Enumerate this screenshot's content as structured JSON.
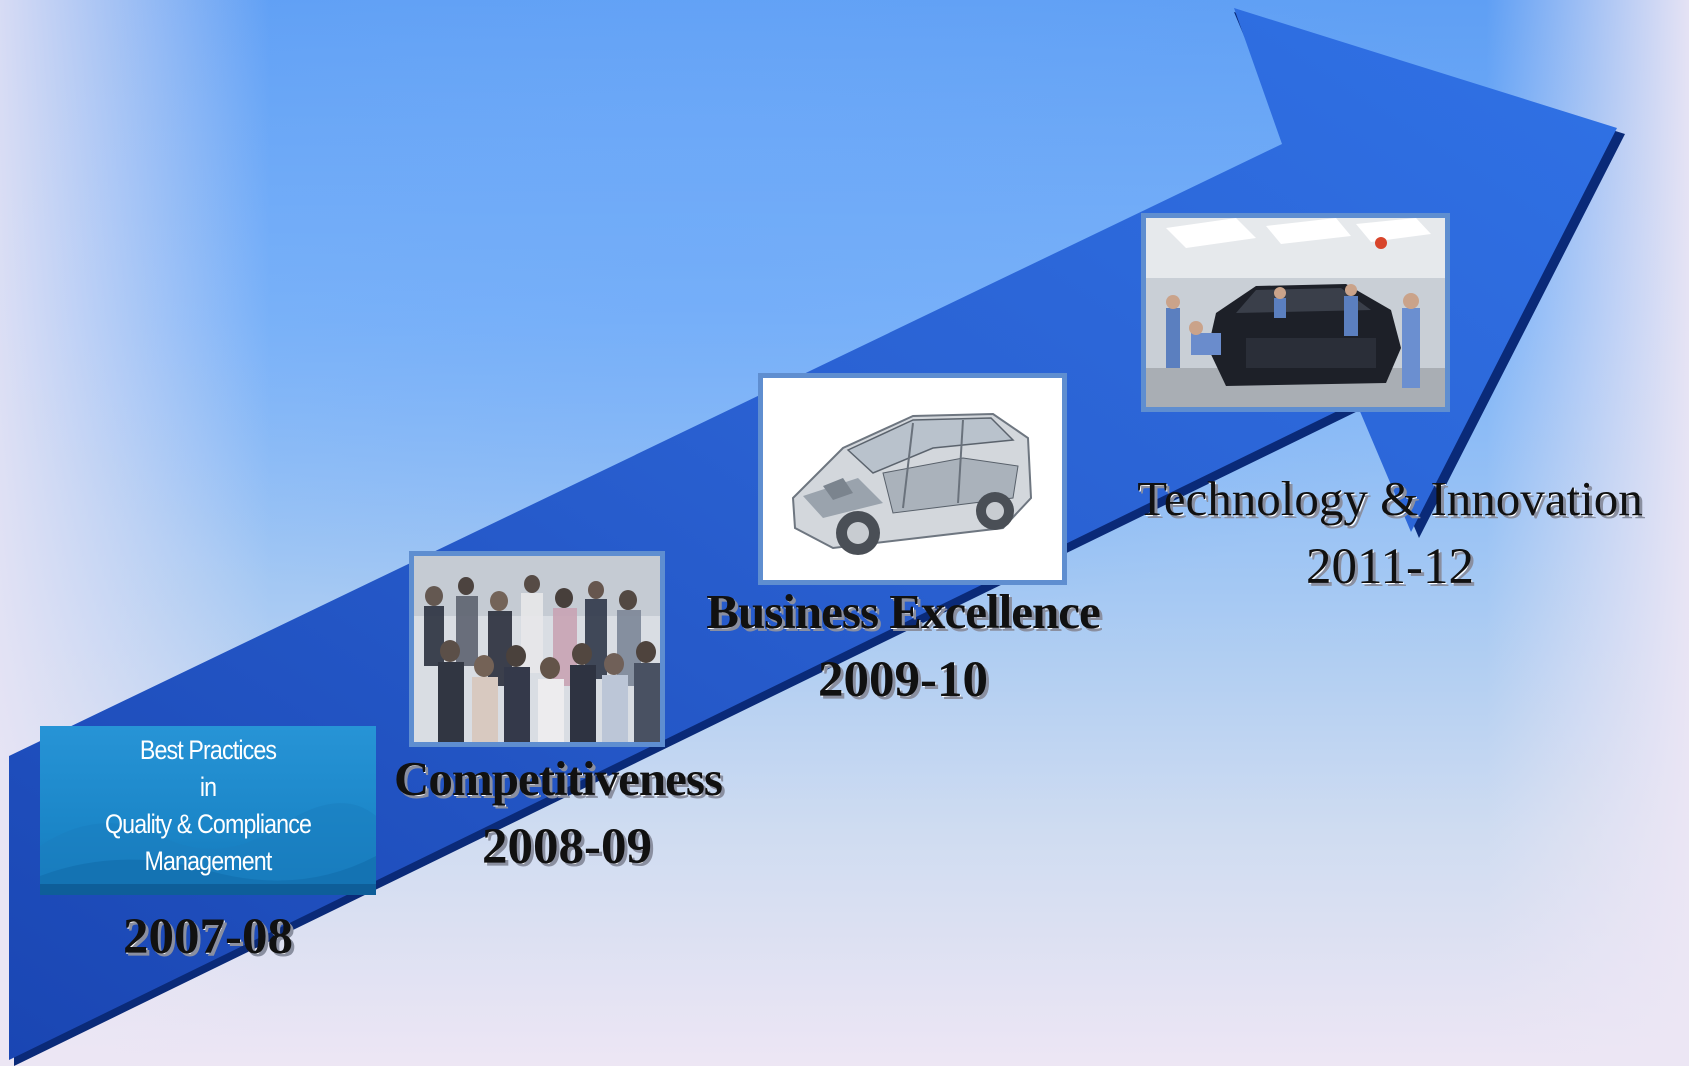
{
  "milestones": [
    {
      "title": "",
      "period": "2007-08",
      "image": {
        "kind": "text-banner",
        "lines": [
          "Best Practices",
          "in",
          "Quality & Compliance",
          "Management"
        ]
      }
    },
    {
      "title": "Competitiveness",
      "period": "2008-09",
      "image": {
        "kind": "photo-crowd"
      }
    },
    {
      "title": "Business Excellence",
      "period": "2009-10",
      "image": {
        "kind": "photo-car-cutaway"
      }
    },
    {
      "title": "Technology & Innovation",
      "period": "2011-12",
      "image": {
        "kind": "photo-car-assembly"
      }
    }
  ],
  "colors": {
    "arrow_light": "#2f6ee0",
    "arrow_dark": "#1c49b8",
    "arrow_shadow": "#0a2a78",
    "frame": "#5f8ed0",
    "badge_bg": "#1f8fd0"
  }
}
